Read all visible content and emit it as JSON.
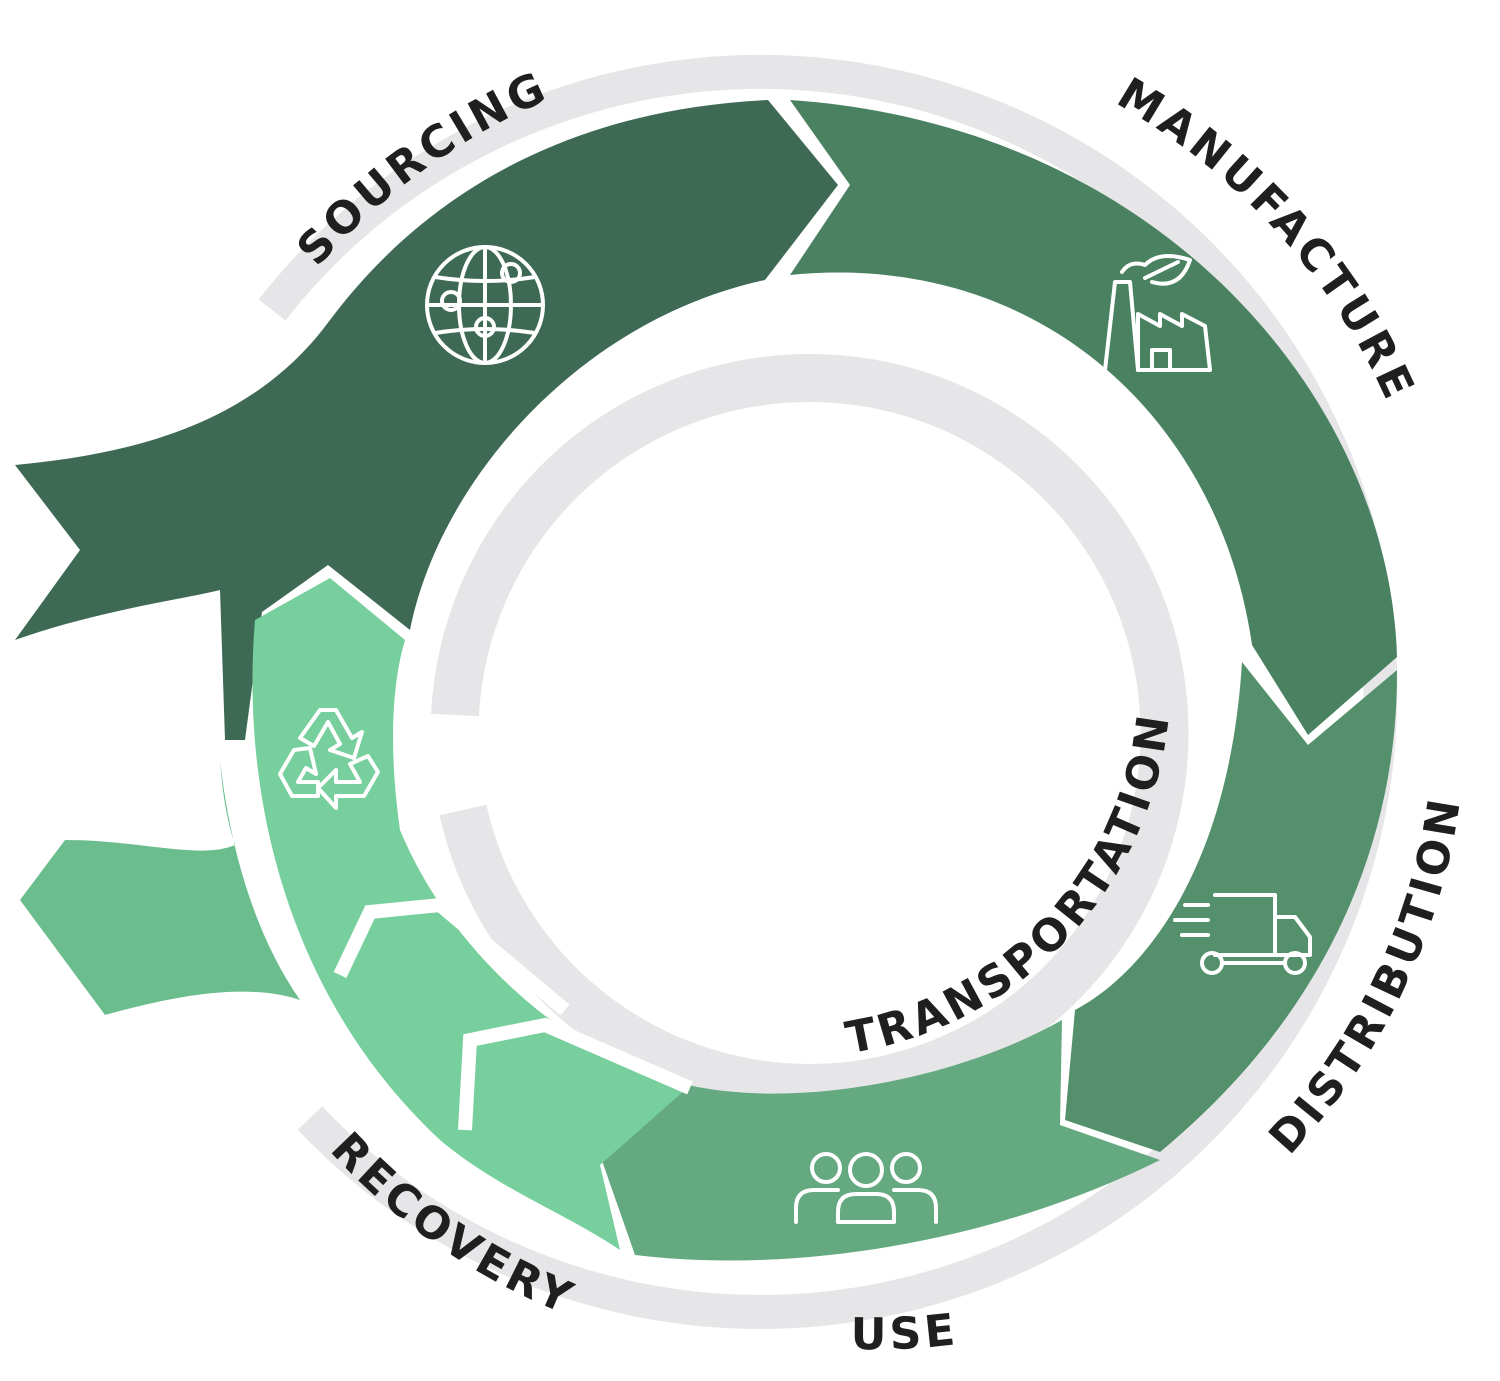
{
  "stages": [
    {
      "id": "sourcing",
      "label": "SOURCING",
      "icon": "globe-network-icon",
      "color": "#3e6a55"
    },
    {
      "id": "manufacture",
      "label": "MANUFACTURE",
      "icon": "eco-factory-icon",
      "color": "#4a8261"
    },
    {
      "id": "distribution",
      "label": "DISTRIBUTION",
      "icon": "delivery-truck-icon",
      "color": "#54906b"
    },
    {
      "id": "use",
      "label": "USE",
      "icon": "people-group-icon",
      "color": "#64a97f"
    },
    {
      "id": "recovery",
      "label": "RECOVERY",
      "icon": "recycle-icon",
      "color": "#76cf9c"
    }
  ],
  "inner_ring": {
    "label": "TRANSPORTATION"
  },
  "colors": {
    "ring_track": "#e6e6e8",
    "label_text": "#1f1f1f",
    "icon_line": "#ffffff",
    "recovery_tail": "#6cbd8e"
  }
}
